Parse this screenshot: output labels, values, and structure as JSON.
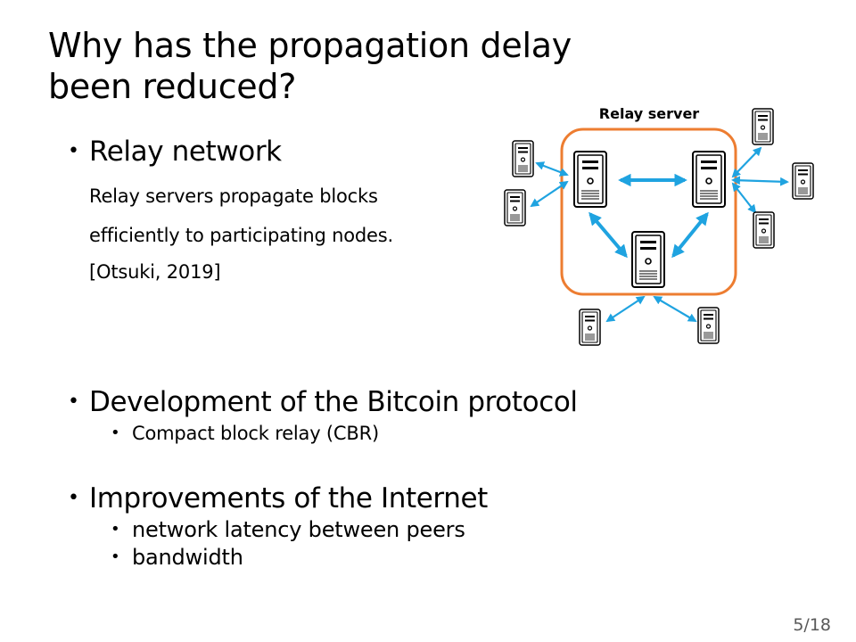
{
  "title": {
    "line1": "Why has the propagation delay",
    "line2": "been reduced?"
  },
  "section1": {
    "bullet": "Relay network",
    "lines": [
      "Relay servers propagate blocks",
      "efficiently to participating nodes.",
      "[Otsuki, 2019]"
    ]
  },
  "section2": {
    "bullet": "Development of the Bitcoin protocol",
    "items": [
      "Compact block relay (CBR)"
    ]
  },
  "section3": {
    "bullet": "Improvements of the Internet",
    "items": [
      "network latency between peers",
      "bandwidth"
    ]
  },
  "diagram": {
    "label": "Relay server",
    "box_color": "#ED7D31",
    "arrow_color": "#1FA3E0",
    "icon": "server-icon"
  },
  "page": "5/18"
}
